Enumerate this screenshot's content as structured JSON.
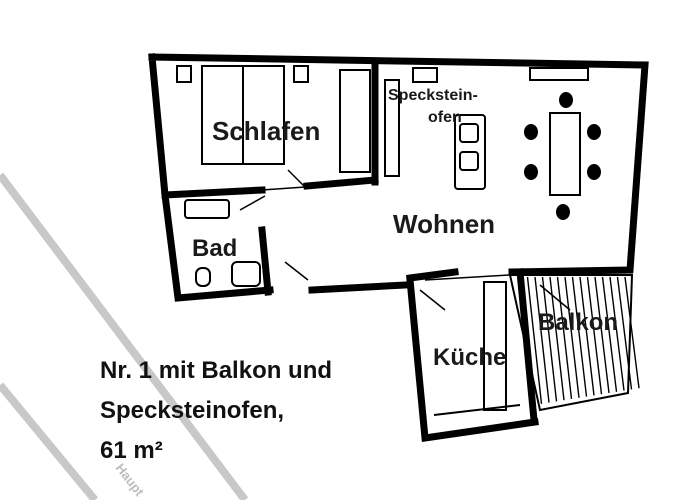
{
  "rooms": {
    "schlafen": "Schlafen",
    "speckstein_line1": "Speckstein-",
    "speckstein_line2": "ofen",
    "wohnen": "Wohnen",
    "bad": "Bad",
    "kueche": "Küche",
    "balkon": "Balkon"
  },
  "caption": {
    "line1": "Nr. 1 mit Balkon und",
    "line2": "Specksteinofen,",
    "line3": "61 m²"
  },
  "street_fragment": "Haupt",
  "colors": {
    "walls": "#000000",
    "street": "#c8c8c8",
    "text": "#1a1a1a"
  }
}
